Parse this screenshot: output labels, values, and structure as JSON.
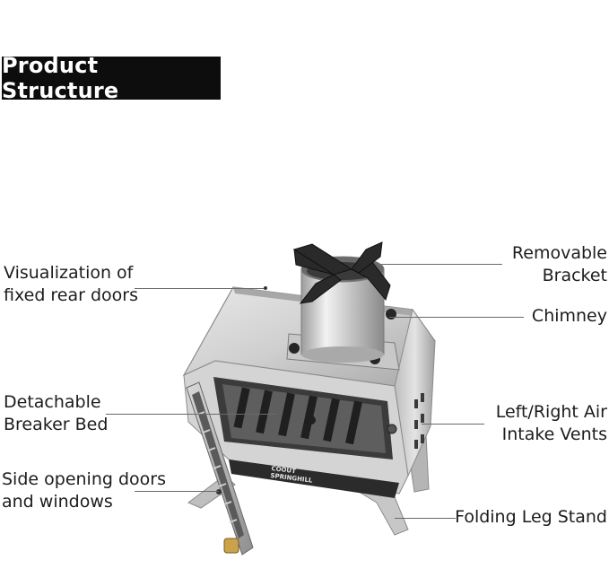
{
  "header": {
    "title": "Product Structure"
  },
  "labels": {
    "rear_doors": [
      "Visualization of",
      "fixed rear doors"
    ],
    "breaker_bed": [
      "Detachable",
      "Breaker Bed"
    ],
    "side_doors": [
      "Side opening doors",
      "and windows"
    ],
    "bracket": [
      "Removable",
      "Bracket"
    ],
    "chimney": "Chimney",
    "air_vents": [
      "Left/Right Air",
      "Intake Vents"
    ],
    "leg_stand": "Folding Leg Stand"
  },
  "brand": {
    "line1": "COOUT",
    "line2": "SPRINGHILL"
  },
  "colors": {
    "title_bg": "#0d0d0d",
    "title_fg": "#ffffff",
    "steel": "#c9c9c9",
    "dark": "#2b2b2b"
  }
}
